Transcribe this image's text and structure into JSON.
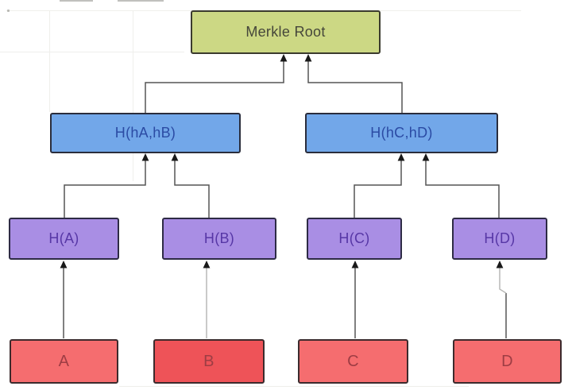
{
  "diagram": {
    "title": "Merkle tree",
    "nodes": {
      "root": {
        "label": "Merkle Root",
        "fill": "#ccd884",
        "text_color": "#45463a"
      },
      "hab": {
        "label": "H(hA,hB)",
        "fill": "#72a7e9",
        "text_color": "#2b4ba4"
      },
      "hcd": {
        "label": "H(hC,hD)",
        "fill": "#72a7e9",
        "text_color": "#2b4ba4"
      },
      "ha": {
        "label": "H(A)",
        "fill": "#a98ee4",
        "text_color": "#5737a6"
      },
      "hb": {
        "label": "H(B)",
        "fill": "#a98ee4",
        "text_color": "#5737a6"
      },
      "hc": {
        "label": "H(C)",
        "fill": "#a98ee4",
        "text_color": "#5737a6"
      },
      "hd": {
        "label": "H(D)",
        "fill": "#a98ee4",
        "text_color": "#5737a6"
      },
      "a": {
        "label": "A",
        "fill": "#f56d6f",
        "text_color": "#9e3d44"
      },
      "b": {
        "label": "B",
        "fill": "#ee5358",
        "text_color": "#9e3d44"
      },
      "c": {
        "label": "C",
        "fill": "#f56d6f",
        "text_color": "#9e3d44"
      },
      "d": {
        "label": "D",
        "fill": "#f56d6f",
        "text_color": "#9e3d44"
      }
    },
    "edges": [
      {
        "from": "hab",
        "to": "root",
        "style": "elbow-dark-arrow"
      },
      {
        "from": "hcd",
        "to": "root",
        "style": "elbow-dark-arrow"
      },
      {
        "from": "ha",
        "to": "hab",
        "style": "elbow-dark-arrow"
      },
      {
        "from": "hb",
        "to": "hab",
        "style": "elbow-dark-arrow"
      },
      {
        "from": "hc",
        "to": "hcd",
        "style": "elbow-dark-arrow"
      },
      {
        "from": "hd",
        "to": "hcd",
        "style": "elbow-dark-arrow"
      },
      {
        "from": "a",
        "to": "ha",
        "style": "straight-dark-arrow"
      },
      {
        "from": "b",
        "to": "hb",
        "style": "straight-light-arrow"
      },
      {
        "from": "c",
        "to": "hc",
        "style": "straight-dark-arrow"
      },
      {
        "from": "d",
        "to": "hd",
        "style": "jogged-two-tone-arrow"
      }
    ],
    "line_colors": {
      "dark": "#555555",
      "light": "#b9b9b7",
      "arrowhead": "#191919"
    }
  }
}
